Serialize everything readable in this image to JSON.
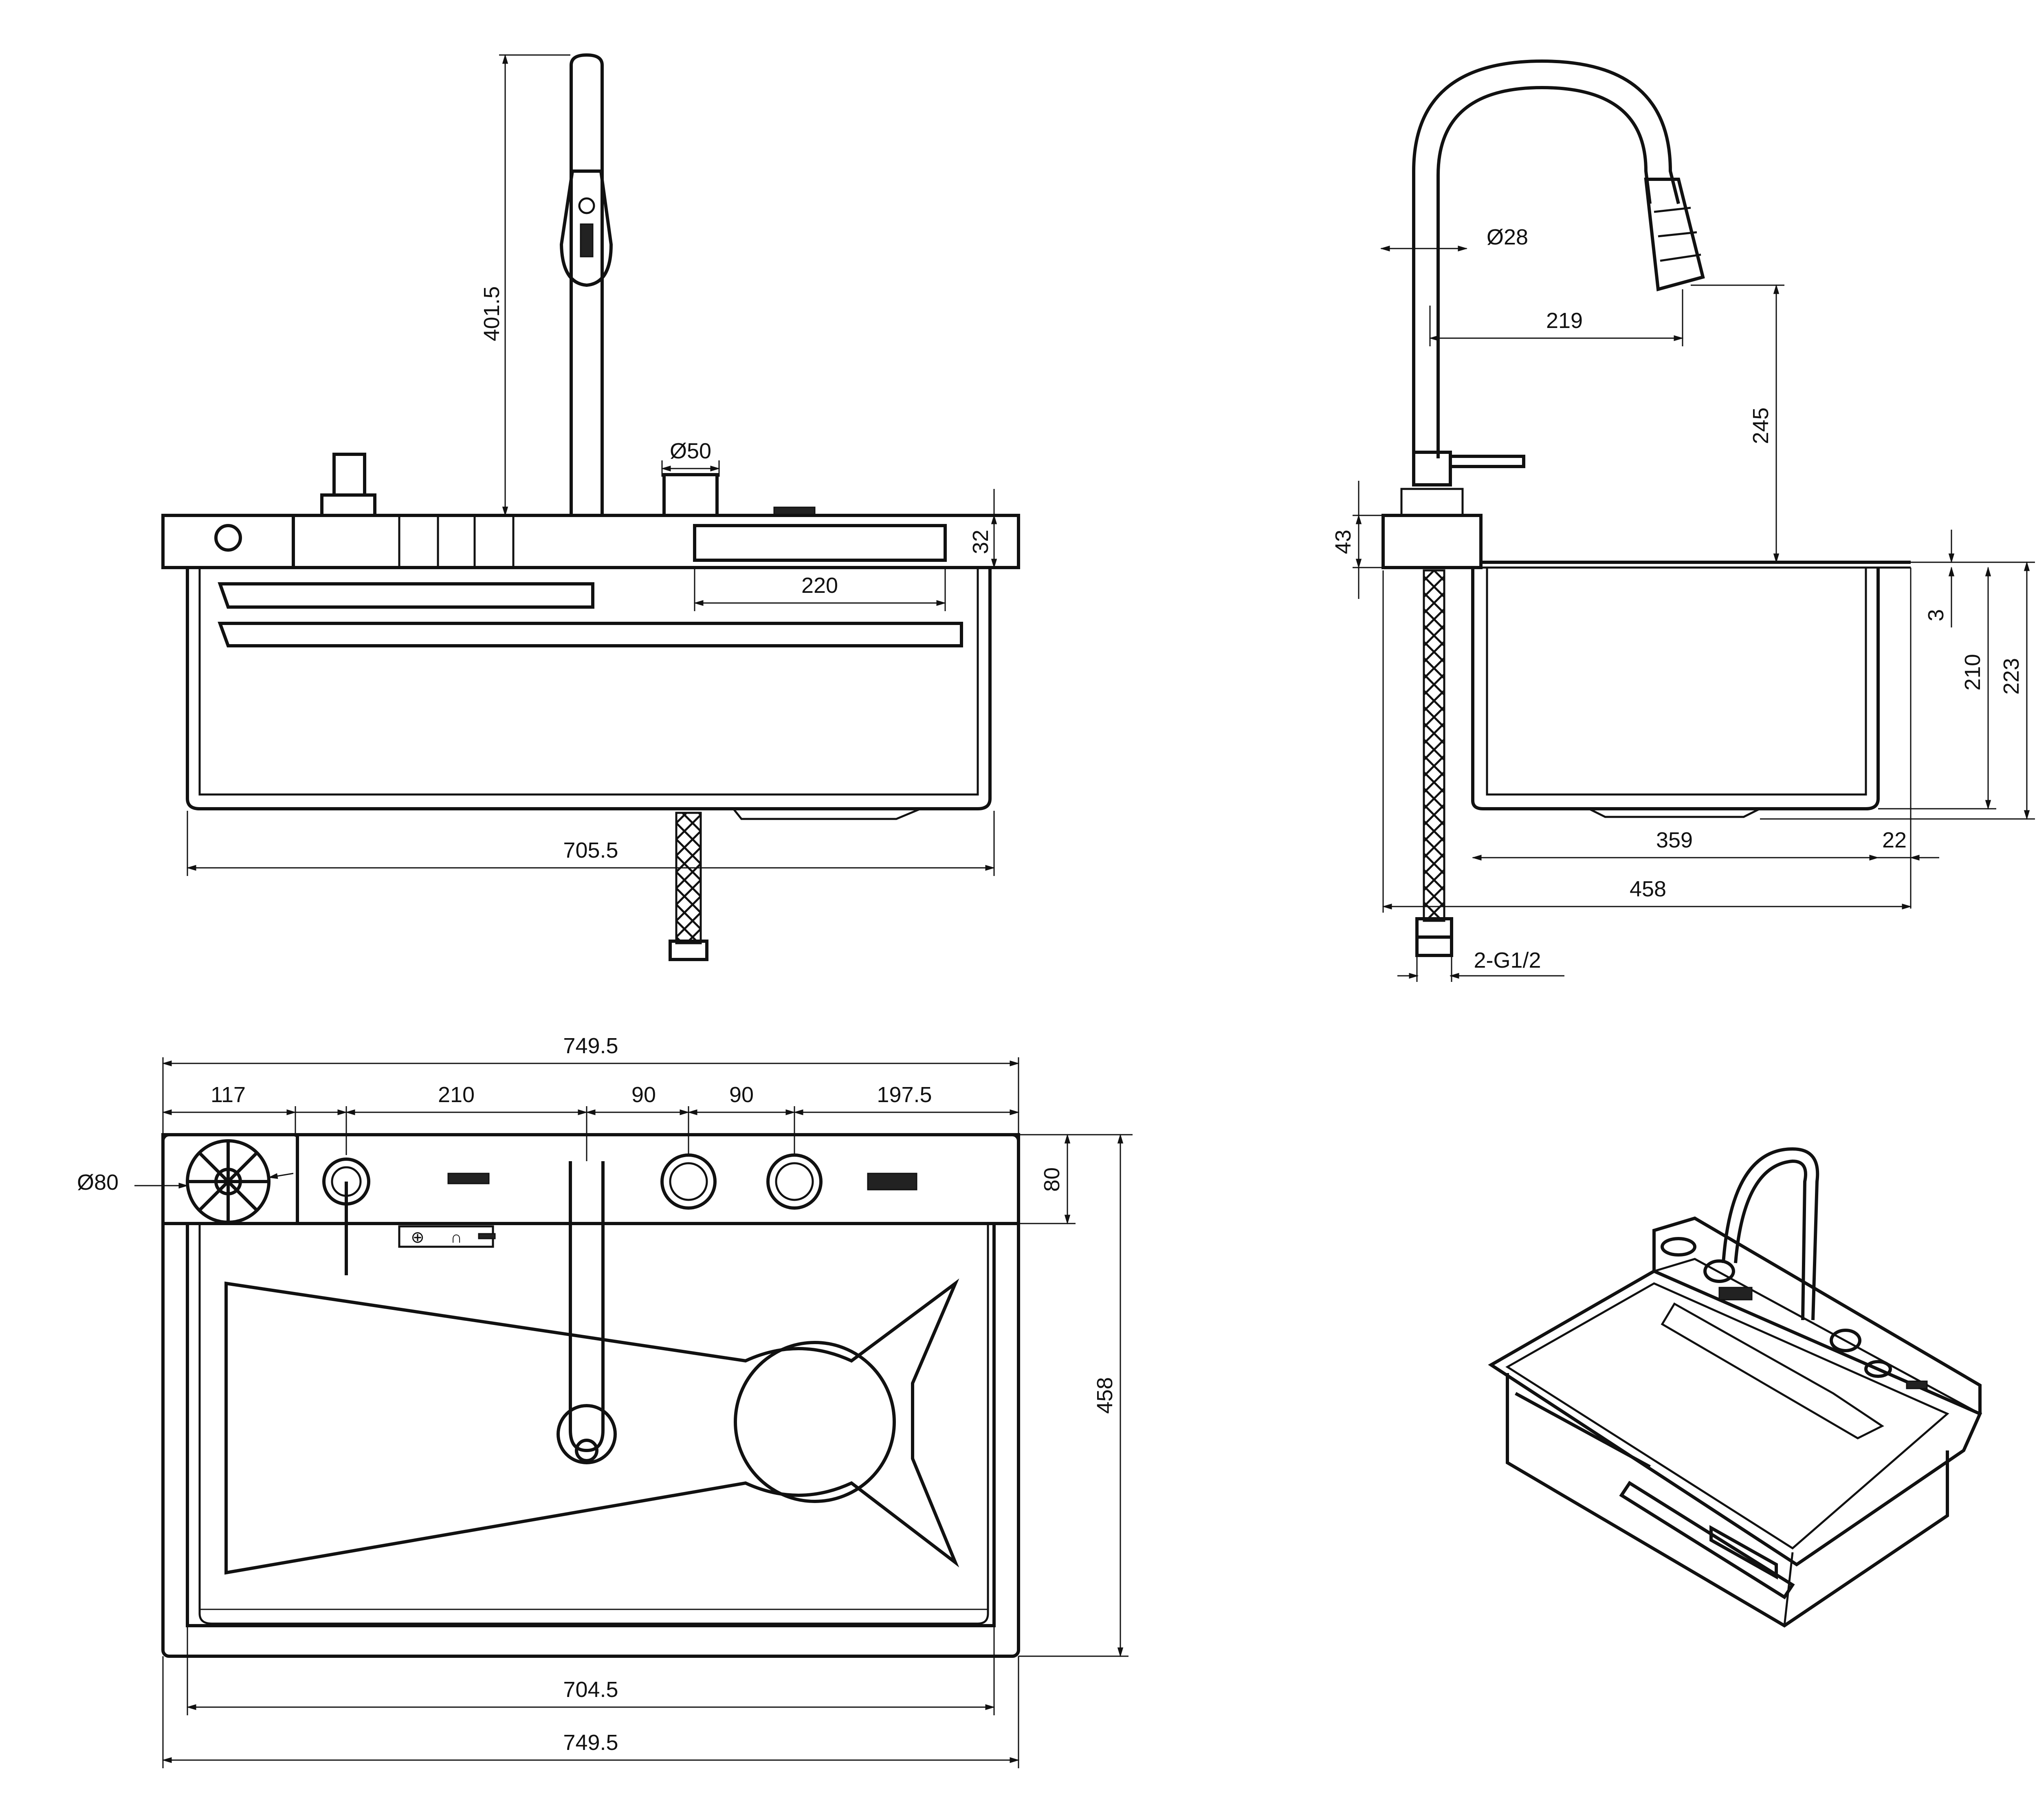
{
  "front_view": {
    "dims": {
      "faucet_height": "401.5",
      "button_dia": "Ø50",
      "panel_height": "32",
      "panel_width": "220",
      "overall_width": "705.5"
    }
  },
  "side_view": {
    "dims": {
      "pipe_dia": "Ø28",
      "reach": "219",
      "spout_height": "245",
      "deck_height": "43",
      "lip": "3",
      "bowl_depth": "210",
      "overall_depth": "223",
      "bowl_length": "359",
      "rim": "22",
      "overall_length": "458",
      "connection": "2-G1/2"
    }
  },
  "top_view": {
    "dims": {
      "overall_width_top": "749.5",
      "seg_117": "117",
      "seg_210": "210",
      "seg_90a": "90",
      "seg_90b": "90",
      "seg_197": "197.5",
      "cup_dia": "Ø80",
      "panel_depth": "80",
      "overall_depth": "458",
      "bowl_width": "704.5",
      "overall_width_bottom": "749.5"
    }
  },
  "iso_view": {}
}
